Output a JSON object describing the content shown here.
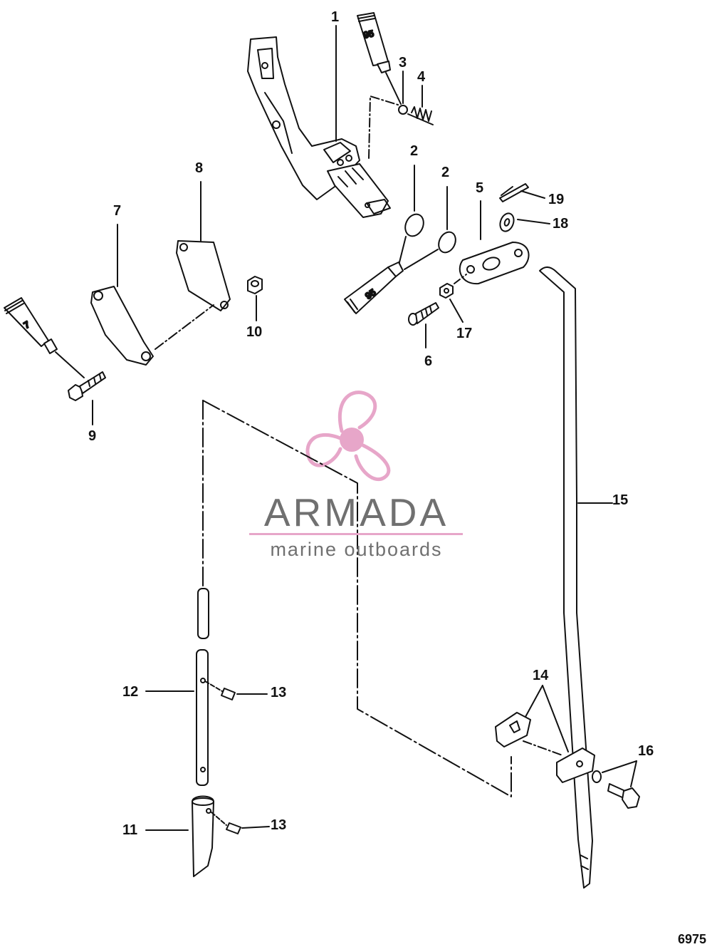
{
  "callouts": [
    {
      "id": "c1",
      "text": "1"
    },
    {
      "id": "c2a",
      "text": "2"
    },
    {
      "id": "c2b",
      "text": "2"
    },
    {
      "id": "c3",
      "text": "3"
    },
    {
      "id": "c4",
      "text": "4"
    },
    {
      "id": "c5",
      "text": "5"
    },
    {
      "id": "c6",
      "text": "6"
    },
    {
      "id": "c7",
      "text": "7"
    },
    {
      "id": "c8",
      "text": "8"
    },
    {
      "id": "c9",
      "text": "9"
    },
    {
      "id": "c10",
      "text": "10"
    },
    {
      "id": "c11",
      "text": "11"
    },
    {
      "id": "c12",
      "text": "12"
    },
    {
      "id": "c13a",
      "text": "13"
    },
    {
      "id": "c13b",
      "text": "13"
    },
    {
      "id": "c14",
      "text": "14"
    },
    {
      "id": "c15",
      "text": "15"
    },
    {
      "id": "c16",
      "text": "16"
    },
    {
      "id": "c17",
      "text": "17"
    },
    {
      "id": "c18",
      "text": "18"
    },
    {
      "id": "c19",
      "text": "19"
    }
  ],
  "tubes": {
    "top": "95",
    "middle": "95",
    "left": "7"
  },
  "watermark": {
    "name": "ARMADA",
    "tagline": "marine outboards",
    "logo_color": "#e7a6c9"
  },
  "figure_number": "6975"
}
